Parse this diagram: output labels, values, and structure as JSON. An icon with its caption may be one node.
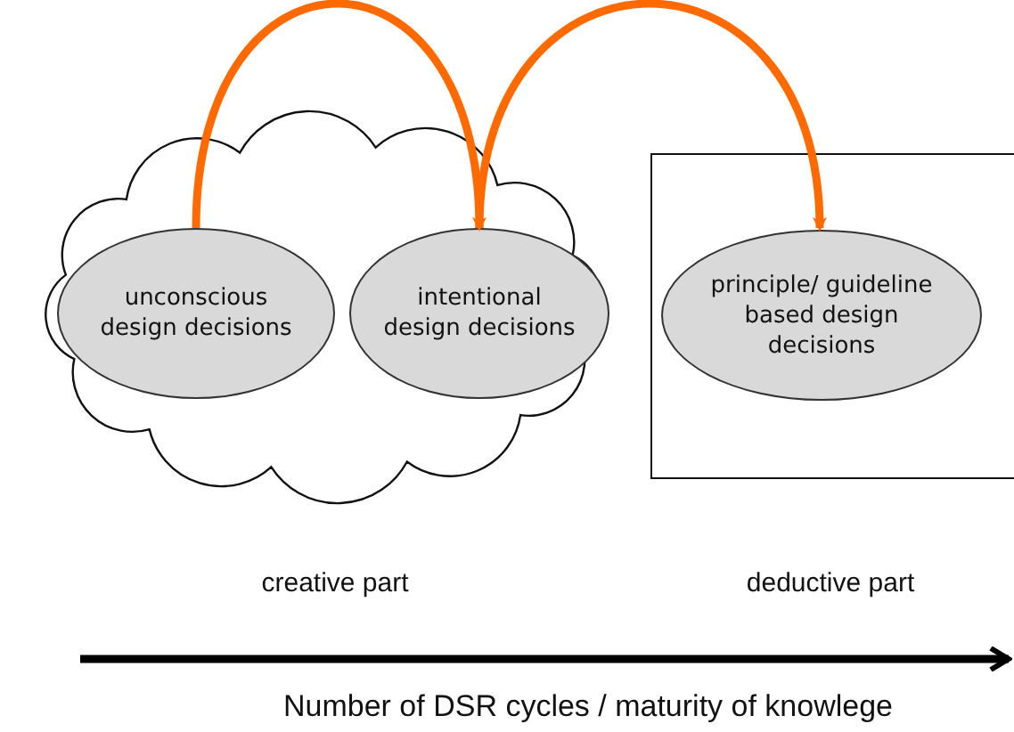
{
  "diagram": {
    "nodes": [
      {
        "text": [],
        "shape": "cloud",
        "beside": [
          "creative part"
        ]
      },
      {
        "text": [
          "unconscious design decisions"
        ],
        "in": 0
      },
      {
        "text": [
          "intentional design decisions"
        ],
        "in": 0
      },
      {
        "text": [],
        "shape": "box",
        "beside": [
          "deductive part"
        ]
      },
      {
        "text": [
          "principle/ guideline based design decisions"
        ],
        "in": 3
      }
    ],
    "edges": [
      {
        "from": 1,
        "to": 2,
        "arrow": "to"
      },
      {
        "from": 2,
        "to": 4,
        "arrow": "to"
      }
    ],
    "labels": [
      "Number of DSR cycles / maturity of knowlege"
    ]
  }
}
